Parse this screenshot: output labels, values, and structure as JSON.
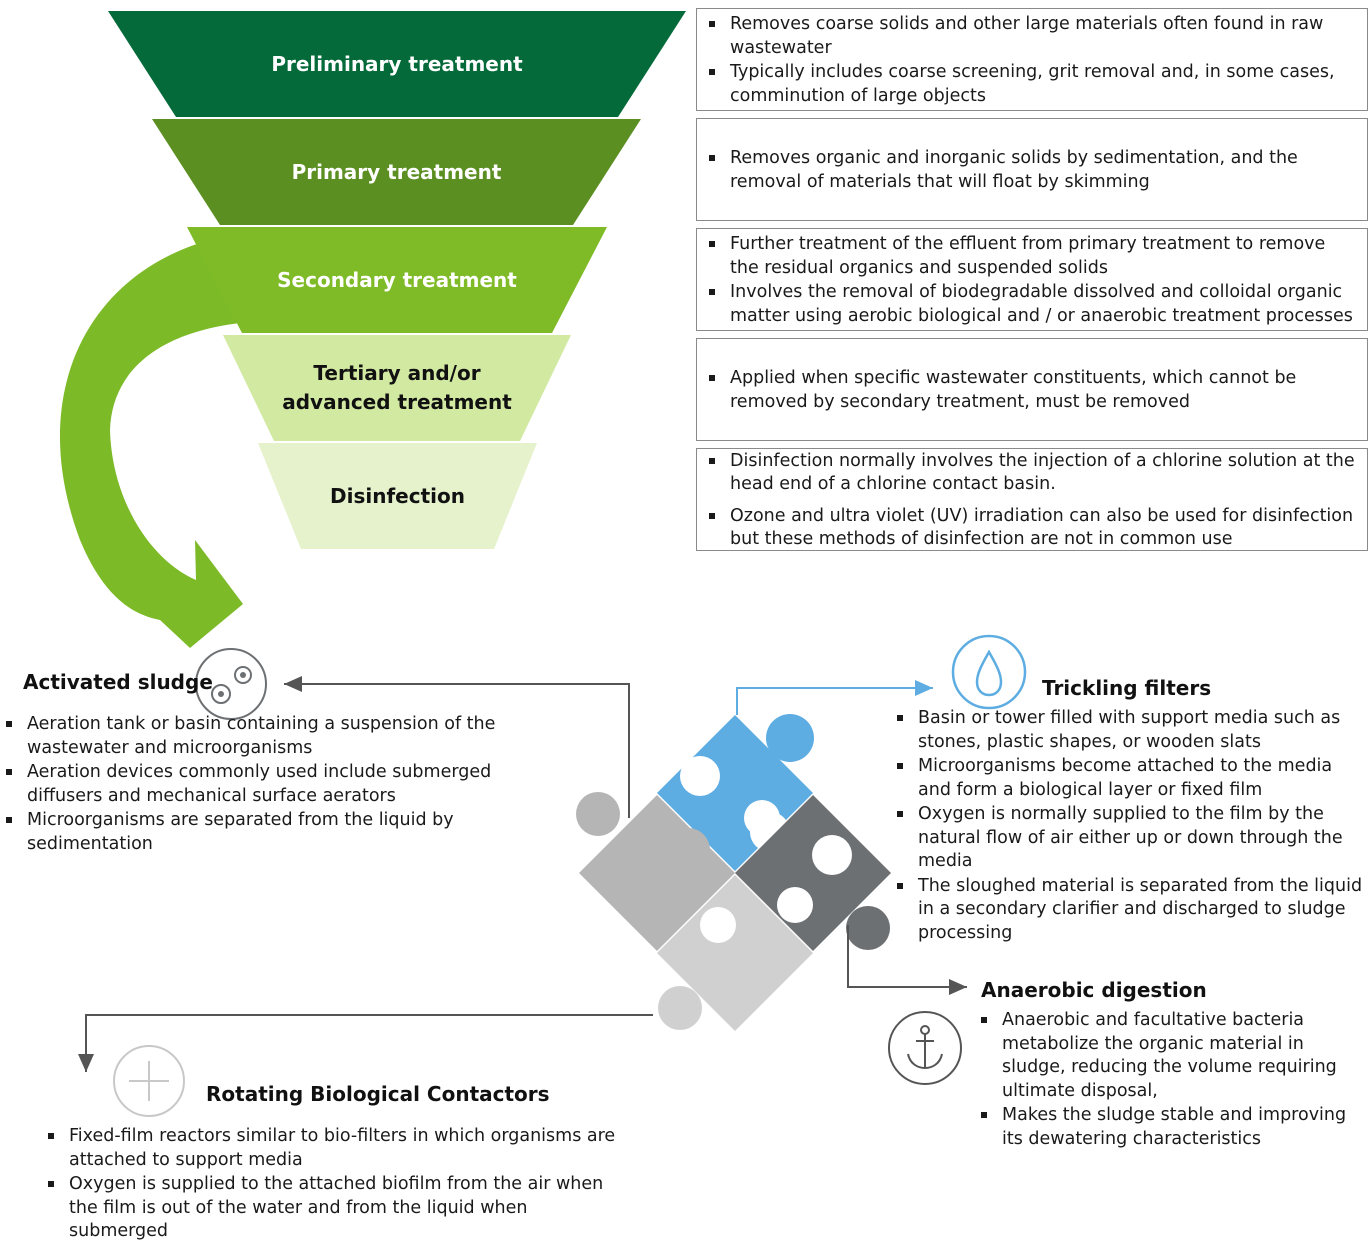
{
  "funnel": {
    "stages": [
      {
        "label": "Preliminary treatment",
        "color": "#056a3a",
        "text_color": "#ffffff"
      },
      {
        "label": "Primary treatment",
        "color": "#5b8f22",
        "text_color": "#ffffff"
      },
      {
        "label": "Secondary treatment",
        "color": "#7fba27",
        "text_color": "#ffffff"
      },
      {
        "label": "Tertiary and/or\nadvanced treatment",
        "color": "#d2e9a2",
        "text_color": "#111111"
      },
      {
        "label": "Disinfection",
        "color": "#e5f2cc",
        "text_color": "#111111"
      }
    ]
  },
  "descriptions": [
    {
      "bullets": [
        " Removes coarse solids and other large materials often found in raw wastewater",
        "Typically includes coarse screening, grit removal and, in some cases, comminution of large objects"
      ]
    },
    {
      "bullets": [
        "Removes organic and inorganic solids by sedimentation, and the removal of materials that will float by skimming"
      ]
    },
    {
      "bullets": [
        "Further treatment of the effluent from primary treatment to remove the residual organics and suspended solids",
        "Involves the removal of biodegradable dissolved and colloidal organic matter using aerobic biological and / or anaerobic treatment processes"
      ]
    },
    {
      "bullets": [
        "Applied when specific wastewater constituents, which cannot be removed by secondary treatment, must be removed"
      ]
    },
    {
      "bullets": [
        "Disinfection normally involves the injection of a chlorine solution at the head end of a chlorine contact basin.",
        "Ozone and ultra violet (UV) irradiation can also be used for disinfection but these methods of disinfection are not in common use"
      ]
    }
  ],
  "processes": {
    "activated_sludge": {
      "title": "Activated sludge",
      "icon": "gears-icon",
      "bullets": [
        "Aeration tank or basin containing a suspension of the wastewater and microorganisms",
        "Aeration devices commonly used include submerged diffusers and mechanical surface aerators",
        "Microorganisms are separated from the liquid by sedimentation"
      ]
    },
    "trickling_filters": {
      "title": "Trickling filters",
      "icon": "water-drop-icon",
      "bullets": [
        "Basin or tower filled with support media such as stones, plastic shapes, or wooden slats",
        "Microorganisms become attached to the media and form a biological layer or fixed film",
        "Oxygen is normally supplied to the film by the natural flow of air either up or down through the media",
        "The sloughed material is separated from the liquid in a secondary clarifier and discharged to sludge processing"
      ]
    },
    "anaerobic_digestion": {
      "title": "Anaerobic digestion",
      "icon": "anchor-icon",
      "bullets": [
        "Anaerobic and facultative bacteria metabolize the organic material in sludge, reducing the volume requiring ultimate disposal,",
        "Makes the sludge stable and improving its dewatering characteristics"
      ]
    },
    "rbc": {
      "title": "Rotating Biological Contactors",
      "icon": "plus-circle-icon",
      "bullets": [
        "Fixed-film reactors similar to bio-filters in which organisms are attached to support media",
        "Oxygen is supplied to the attached biofilm from the air when the film is out of the water and from the liquid when submerged"
      ]
    }
  },
  "colors": {
    "arrow_green": "#7cba27",
    "puzzle_blue": "#5dade2",
    "puzzle_gray_light": "#b5b5b5",
    "puzzle_gray_dark": "#6d7073",
    "puzzle_gray_pale": "#d0d0d0",
    "connector_gray": "#555555",
    "connector_blue": "#5dade2"
  }
}
